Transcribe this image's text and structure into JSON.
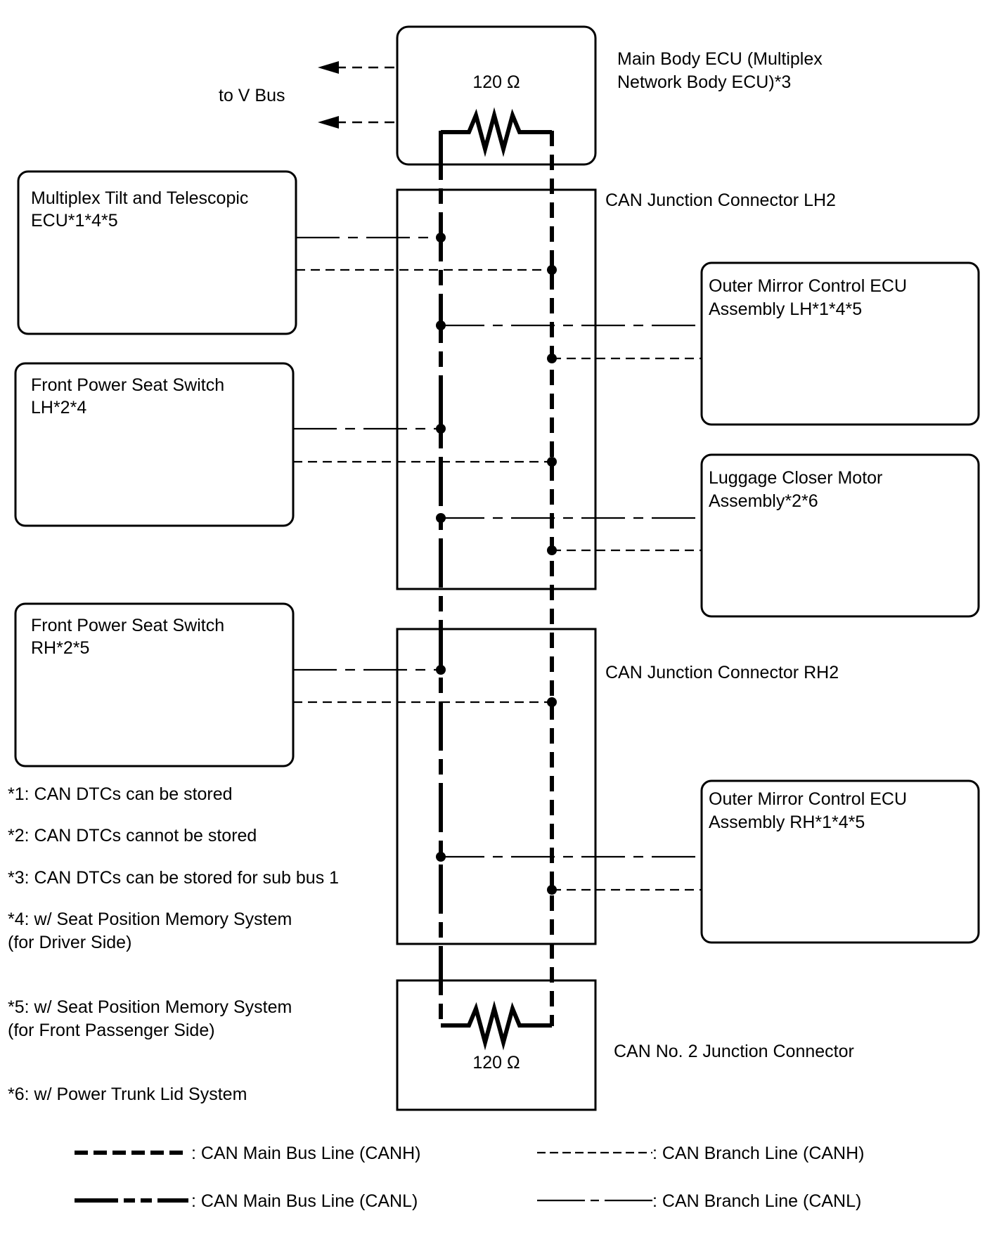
{
  "main_ecu": {
    "resistor_label": "120 Ω",
    "name_line1": "Main Body ECU (Multiplex",
    "name_line2": "Network Body ECU)*3"
  },
  "to_v_bus": "to V Bus",
  "junction_lh2": "CAN Junction Connector LH2",
  "junction_rh2": "CAN Junction Connector RH2",
  "junction_no2": {
    "name": "CAN No. 2 Junction Connector",
    "resistor_label": "120 Ω"
  },
  "left_modules": [
    {
      "line1": "Multiplex Tilt and Telescopic",
      "line2": "ECU*1*4*5"
    },
    {
      "line1": "Front Power Seat Switch",
      "line2": "LH*2*4"
    },
    {
      "line1": "Front Power Seat Switch",
      "line2": "RH*2*5"
    }
  ],
  "right_modules": [
    {
      "line1": "Outer Mirror Control ECU",
      "line2": "Assembly LH*1*4*5"
    },
    {
      "line1": "Luggage Closer Motor",
      "line2": "Assembly*2*6"
    },
    {
      "line1": "Outer Mirror Control ECU",
      "line2": "Assembly RH*1*4*5"
    }
  ],
  "notes": [
    {
      "line1": "*1: CAN DTCs can be stored",
      "line2": ""
    },
    {
      "line1": "*2: CAN DTCs cannot be stored",
      "line2": ""
    },
    {
      "line1": "*3: CAN DTCs can be stored for sub bus 1",
      "line2": ""
    },
    {
      "line1": "*4: w/ Seat Position Memory System",
      "line2": "(for Driver Side)"
    },
    {
      "line1": "*5: w/ Seat Position Memory System",
      "line2": "(for Front Passenger Side)"
    },
    {
      "line1": "*6: w/ Power Trunk Lid System",
      "line2": ""
    }
  ],
  "legend": {
    "main_canh": ": CAN Main Bus Line (CANH)",
    "main_canl": ": CAN Main Bus Line (CANL)",
    "branch_canh": ": CAN Branch Line (CANH)",
    "branch_canl": ": CAN Branch Line (CANL)"
  }
}
